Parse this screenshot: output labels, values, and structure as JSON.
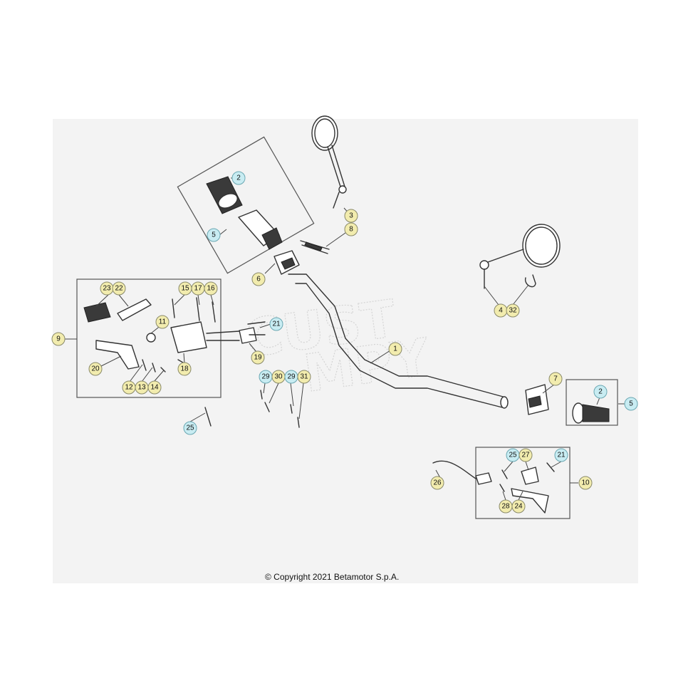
{
  "copyright": "© Copyright 2021 Betamotor S.p.A.",
  "watermark": [
    "CUST",
    "MPY"
  ],
  "callouts": [
    {
      "id": "c2a",
      "label": "2",
      "color": "cyan"
    },
    {
      "id": "c5a",
      "label": "5",
      "color": "cyan"
    },
    {
      "id": "c3",
      "label": "3",
      "color": "yellow"
    },
    {
      "id": "c8",
      "label": "8",
      "color": "yellow"
    },
    {
      "id": "c6",
      "label": "6",
      "color": "yellow"
    },
    {
      "id": "c23",
      "label": "23",
      "color": "yellow"
    },
    {
      "id": "c22",
      "label": "22",
      "color": "yellow"
    },
    {
      "id": "c15",
      "label": "15",
      "color": "yellow"
    },
    {
      "id": "c17",
      "label": "17",
      "color": "yellow"
    },
    {
      "id": "c16",
      "label": "16",
      "color": "yellow"
    },
    {
      "id": "c11",
      "label": "11",
      "color": "yellow"
    },
    {
      "id": "c21a",
      "label": "21",
      "color": "cyan"
    },
    {
      "id": "c9",
      "label": "9",
      "color": "yellow"
    },
    {
      "id": "c20",
      "label": "20",
      "color": "yellow"
    },
    {
      "id": "c18",
      "label": "18",
      "color": "yellow"
    },
    {
      "id": "c19",
      "label": "19",
      "color": "yellow"
    },
    {
      "id": "c12",
      "label": "12",
      "color": "yellow"
    },
    {
      "id": "c13",
      "label": "13",
      "color": "yellow"
    },
    {
      "id": "c14",
      "label": "14",
      "color": "yellow"
    },
    {
      "id": "c1",
      "label": "1",
      "color": "yellow"
    },
    {
      "id": "c29a",
      "label": "29",
      "color": "cyan"
    },
    {
      "id": "c30",
      "label": "30",
      "color": "yellow"
    },
    {
      "id": "c29b",
      "label": "29",
      "color": "cyan"
    },
    {
      "id": "c31",
      "label": "31",
      "color": "yellow"
    },
    {
      "id": "c25a",
      "label": "25",
      "color": "cyan"
    },
    {
      "id": "c4",
      "label": "4",
      "color": "yellow"
    },
    {
      "id": "c32",
      "label": "32",
      "color": "yellow"
    },
    {
      "id": "c7",
      "label": "7",
      "color": "yellow"
    },
    {
      "id": "c2b",
      "label": "2",
      "color": "cyan"
    },
    {
      "id": "c5b",
      "label": "5",
      "color": "cyan"
    },
    {
      "id": "c25b",
      "label": "25",
      "color": "cyan"
    },
    {
      "id": "c27",
      "label": "27",
      "color": "yellow"
    },
    {
      "id": "c21b",
      "label": "21",
      "color": "cyan"
    },
    {
      "id": "c26",
      "label": "26",
      "color": "yellow"
    },
    {
      "id": "c10",
      "label": "10",
      "color": "yellow"
    },
    {
      "id": "c28",
      "label": "28",
      "color": "yellow"
    },
    {
      "id": "c24",
      "label": "24",
      "color": "yellow"
    }
  ]
}
